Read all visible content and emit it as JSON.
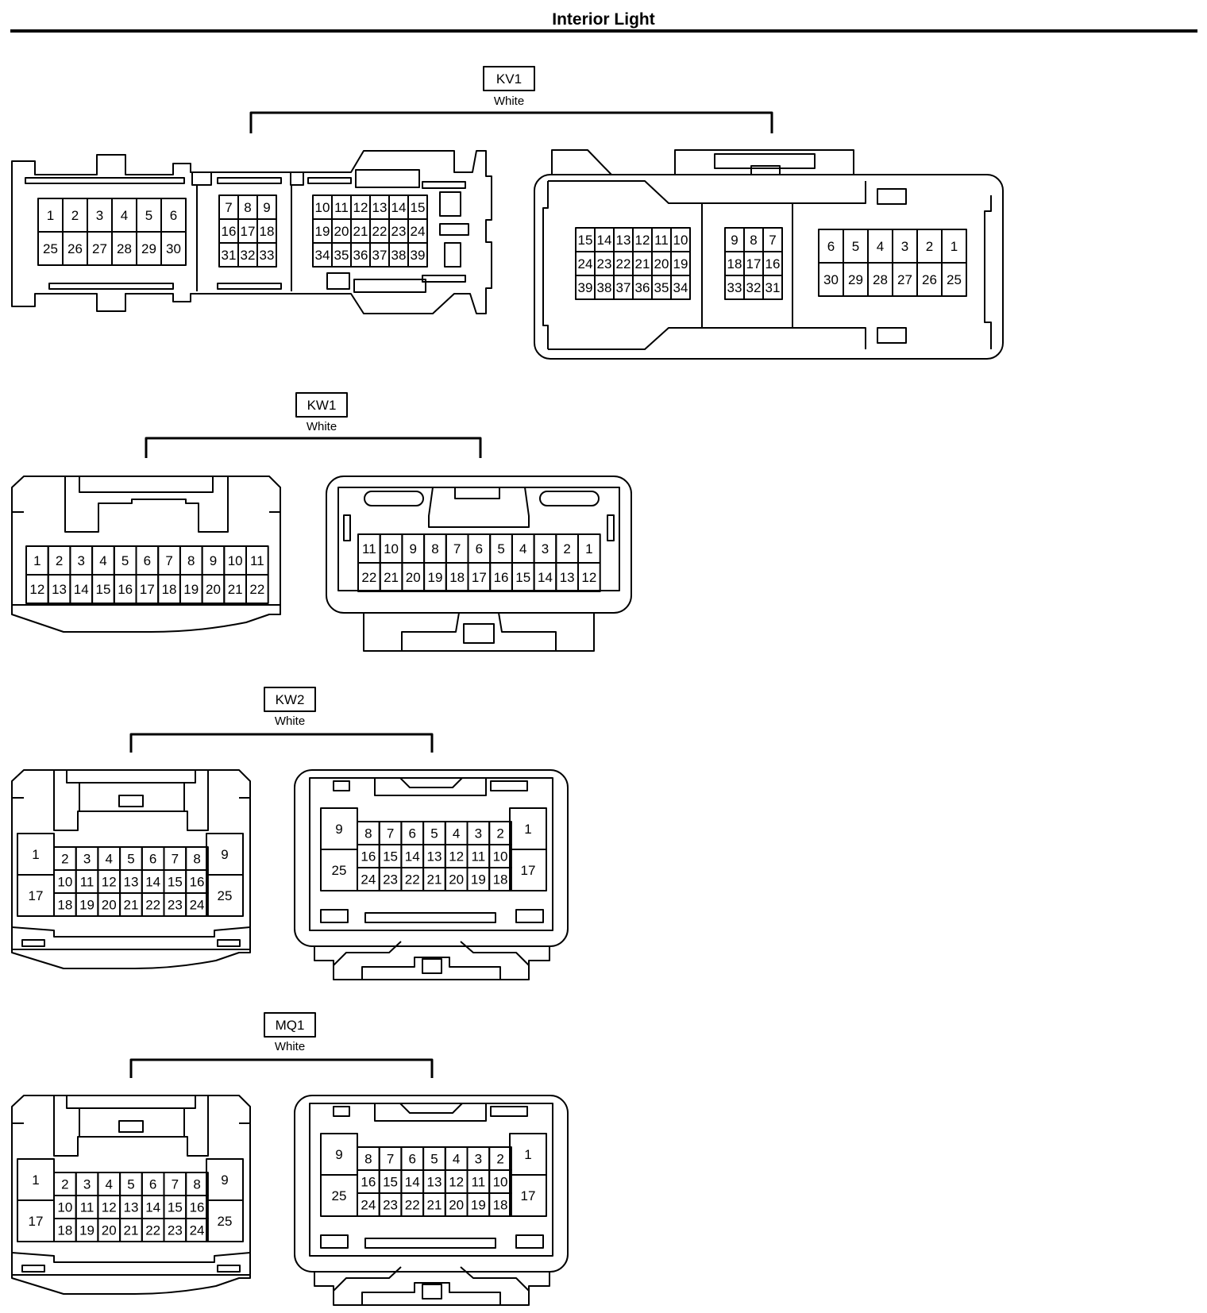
{
  "title": "Interior Light",
  "connectors": [
    {
      "code": "KV1",
      "color": "White",
      "views": [
        {
          "groups": [
            {
              "rows": [
                [
                  "1",
                  "2",
                  "3",
                  "4",
                  "5",
                  "6"
                ],
                [
                  "25",
                  "26",
                  "27",
                  "28",
                  "29",
                  "30"
                ]
              ]
            },
            {
              "rows": [
                [
                  "7",
                  "8",
                  "9"
                ],
                [
                  "16",
                  "17",
                  "18"
                ],
                [
                  "31",
                  "32",
                  "33"
                ]
              ]
            },
            {
              "rows": [
                [
                  "10",
                  "11",
                  "12",
                  "13",
                  "14",
                  "15"
                ],
                [
                  "19",
                  "20",
                  "21",
                  "22",
                  "23",
                  "24"
                ],
                [
                  "34",
                  "35",
                  "36",
                  "37",
                  "38",
                  "39"
                ]
              ]
            }
          ]
        },
        {
          "groups": [
            {
              "rows": [
                [
                  "15",
                  "14",
                  "13",
                  "12",
                  "11",
                  "10"
                ],
                [
                  "24",
                  "23",
                  "22",
                  "21",
                  "20",
                  "19"
                ],
                [
                  "39",
                  "38",
                  "37",
                  "36",
                  "35",
                  "34"
                ]
              ]
            },
            {
              "rows": [
                [
                  "9",
                  "8",
                  "7"
                ],
                [
                  "18",
                  "17",
                  "16"
                ],
                [
                  "33",
                  "32",
                  "31"
                ]
              ]
            },
            {
              "rows": [
                [
                  "6",
                  "5",
                  "4",
                  "3",
                  "2",
                  "1"
                ],
                [
                  "30",
                  "29",
                  "28",
                  "27",
                  "26",
                  "25"
                ]
              ]
            }
          ]
        }
      ]
    },
    {
      "code": "KW1",
      "color": "White",
      "views": [
        {
          "groups": [
            {
              "rows": [
                [
                  "1",
                  "2",
                  "3",
                  "4",
                  "5",
                  "6",
                  "7",
                  "8",
                  "9",
                  "10",
                  "11"
                ],
                [
                  "12",
                  "13",
                  "14",
                  "15",
                  "16",
                  "17",
                  "18",
                  "19",
                  "20",
                  "21",
                  "22"
                ]
              ]
            }
          ]
        },
        {
          "groups": [
            {
              "rows": [
                [
                  "11",
                  "10",
                  "9",
                  "8",
                  "7",
                  "6",
                  "5",
                  "4",
                  "3",
                  "2",
                  "1"
                ],
                [
                  "22",
                  "21",
                  "20",
                  "19",
                  "18",
                  "17",
                  "16",
                  "15",
                  "14",
                  "13",
                  "12"
                ]
              ]
            }
          ]
        }
      ]
    },
    {
      "code": "KW2",
      "color": "White",
      "views": [
        {
          "side_left": [
            "1",
            "17"
          ],
          "center_rows": [
            [
              "2",
              "3",
              "4",
              "5",
              "6",
              "7",
              "8"
            ],
            [
              "10",
              "11",
              "12",
              "13",
              "14",
              "15",
              "16"
            ],
            [
              "18",
              "19",
              "20",
              "21",
              "22",
              "23",
              "24"
            ]
          ],
          "side_right": [
            "9",
            "25"
          ]
        },
        {
          "side_left": [
            "9",
            "25"
          ],
          "center_rows": [
            [
              "8",
              "7",
              "6",
              "5",
              "4",
              "3",
              "2"
            ],
            [
              "16",
              "15",
              "14",
              "13",
              "12",
              "11",
              "10"
            ],
            [
              "24",
              "23",
              "22",
              "21",
              "20",
              "19",
              "18"
            ]
          ],
          "side_right": [
            "1",
            "17"
          ]
        }
      ]
    },
    {
      "code": "MQ1",
      "color": "White",
      "views": [
        {
          "side_left": [
            "1",
            "17"
          ],
          "center_rows": [
            [
              "2",
              "3",
              "4",
              "5",
              "6",
              "7",
              "8"
            ],
            [
              "10",
              "11",
              "12",
              "13",
              "14",
              "15",
              "16"
            ],
            [
              "18",
              "19",
              "20",
              "21",
              "22",
              "23",
              "24"
            ]
          ],
          "side_right": [
            "9",
            "25"
          ]
        },
        {
          "side_left": [
            "9",
            "25"
          ],
          "center_rows": [
            [
              "8",
              "7",
              "6",
              "5",
              "4",
              "3",
              "2"
            ],
            [
              "16",
              "15",
              "14",
              "13",
              "12",
              "11",
              "10"
            ],
            [
              "24",
              "23",
              "22",
              "21",
              "20",
              "19",
              "18"
            ]
          ],
          "side_right": [
            "1",
            "17"
          ]
        }
      ]
    }
  ]
}
